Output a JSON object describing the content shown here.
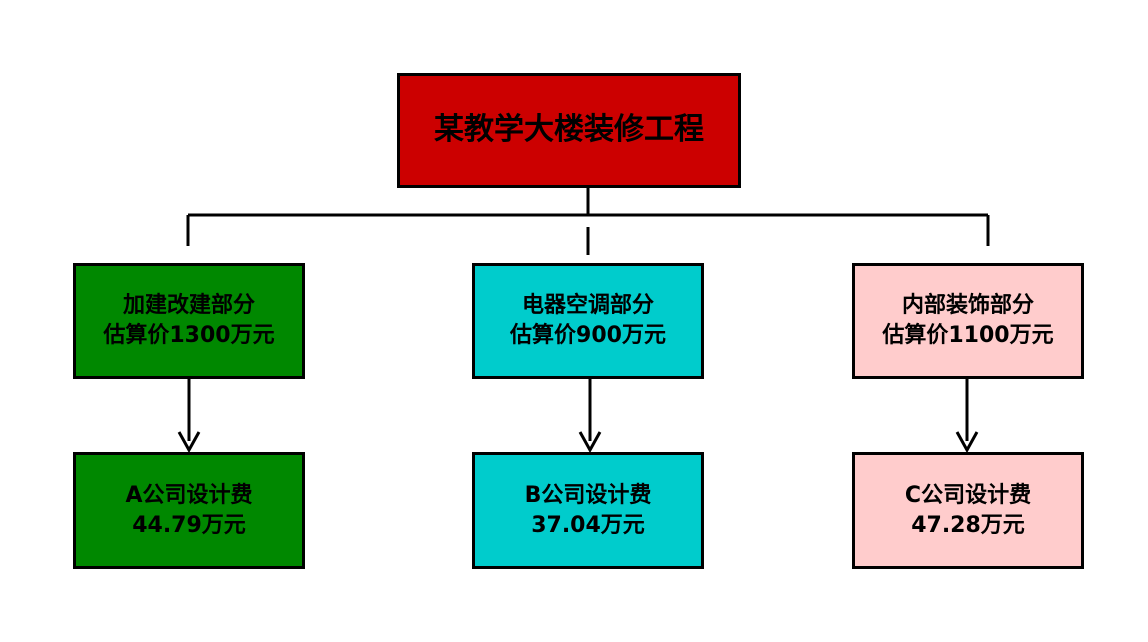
{
  "diagram": {
    "root": {
      "label": "某教学大楼装修工程",
      "color": "#cc0000"
    },
    "branches": [
      {
        "line1": "加建改建部分",
        "line2": "估算价1300万元",
        "color": "#008800",
        "child": {
          "line1": "A公司设计费",
          "line2": "44.79万元",
          "color": "#008800"
        }
      },
      {
        "line1": "电器空调部分",
        "line2": "估算价900万元",
        "color": "#00cccc",
        "child": {
          "line1": "B公司设计费",
          "line2": "37.04万元",
          "color": "#00cccc"
        }
      },
      {
        "line1": "内部装饰部分",
        "line2": "估算价1100万元",
        "color": "#ffcccc",
        "child": {
          "line1": "C公司设计费",
          "line2": "47.28万元",
          "color": "#ffcccc"
        }
      }
    ]
  }
}
